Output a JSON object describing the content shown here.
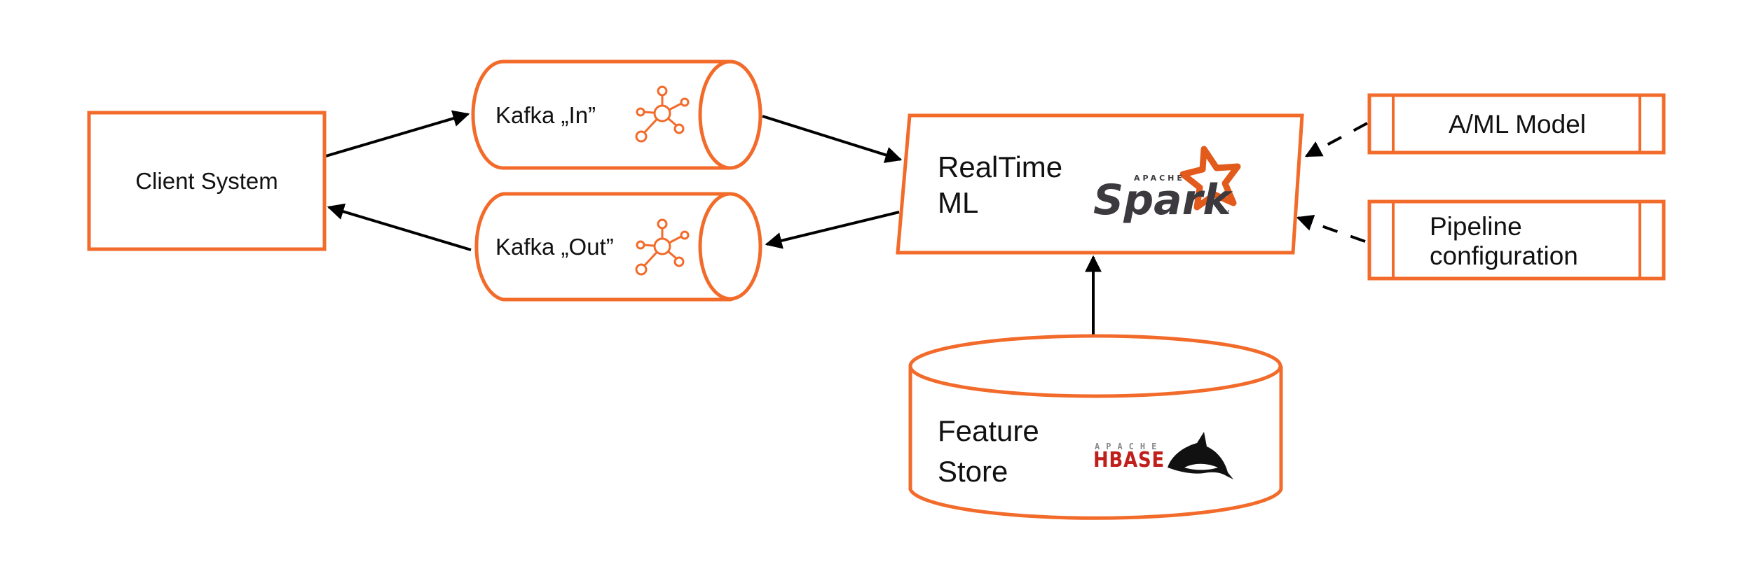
{
  "diagram": {
    "type": "architecture-flow",
    "colors": {
      "node_stroke": "#f26b2a",
      "edge": "#000000",
      "text": "#111111",
      "spark_star": "#e25a1c",
      "spark_text": "#3c3a3e",
      "hbase_red": "#c0201c",
      "hbase_grey": "#8a8a8a"
    },
    "nodes": {
      "client": {
        "label": "Client System",
        "shape": "rectangle"
      },
      "kafka_in": {
        "label": "Kafka „In”",
        "shape": "horizontal-cylinder",
        "icon": "kafka-icon"
      },
      "kafka_out": {
        "label": "Kafka „Out”",
        "shape": "horizontal-cylinder",
        "icon": "kafka-icon"
      },
      "realtime": {
        "label_line1": "RealTime",
        "label_line2": "ML",
        "shape": "parallelogram",
        "logo": "apache-spark-logo"
      },
      "feature_store": {
        "label_line1": "Feature",
        "label_line2": "Store",
        "shape": "vertical-cylinder",
        "logo": "apache-hbase-logo"
      },
      "ml_model": {
        "label": "A/ML Model",
        "shape": "predefined-process"
      },
      "pipeline": {
        "label_line1": "Pipeline",
        "label_line2": "configuration",
        "shape": "predefined-process"
      }
    },
    "edges": [
      {
        "from": "client",
        "to": "kafka_in",
        "style": "solid"
      },
      {
        "from": "kafka_out",
        "to": "client",
        "style": "solid"
      },
      {
        "from": "kafka_in",
        "to": "realtime",
        "style": "solid"
      },
      {
        "from": "realtime",
        "to": "kafka_out",
        "style": "solid"
      },
      {
        "from": "feature_store",
        "to": "realtime",
        "style": "solid"
      },
      {
        "from": "ml_model",
        "to": "realtime",
        "style": "dashed"
      },
      {
        "from": "pipeline",
        "to": "realtime",
        "style": "dashed"
      }
    ],
    "logos": {
      "spark": {
        "apache": "APACHE",
        "name": "Spark",
        "tm": "TM"
      },
      "hbase": {
        "apache": "APACHE",
        "name": "HBASE"
      }
    }
  }
}
